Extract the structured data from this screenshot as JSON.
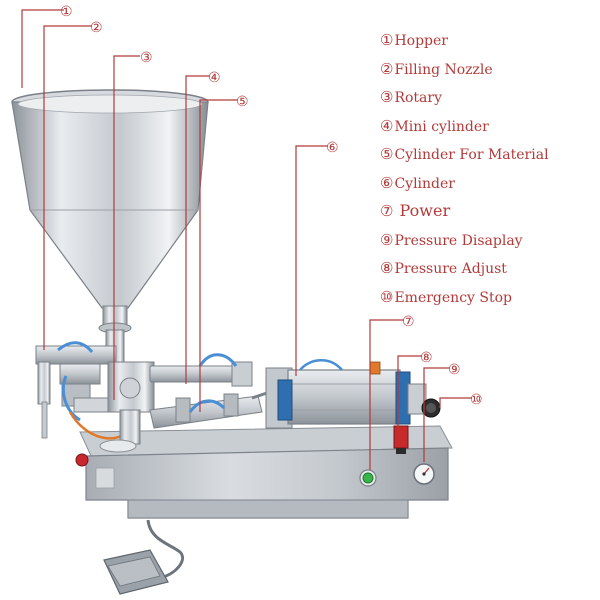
{
  "diagram": {
    "callouts": [
      {
        "id": 1,
        "marker": "①"
      },
      {
        "id": 2,
        "marker": "②"
      },
      {
        "id": 3,
        "marker": "③"
      },
      {
        "id": 4,
        "marker": "④"
      },
      {
        "id": 5,
        "marker": "⑤"
      },
      {
        "id": 6,
        "marker": "⑥"
      },
      {
        "id": 7,
        "marker": "⑦"
      },
      {
        "id": 8,
        "marker": "⑧"
      },
      {
        "id": 9,
        "marker": "⑨"
      },
      {
        "id": 10,
        "marker": "⑩"
      }
    ],
    "legend": [
      {
        "marker": "①",
        "label": "Hopper"
      },
      {
        "marker": "②",
        "label": "Filling Nozzle"
      },
      {
        "marker": "③",
        "label": "Rotary"
      },
      {
        "marker": "④",
        "label": "Mini cylinder"
      },
      {
        "marker": "⑤",
        "label": "Cylinder For Material"
      },
      {
        "marker": "⑥",
        "label": "Cylinder"
      },
      {
        "marker": "⑦",
        "label": " Power"
      },
      {
        "marker": "⑨",
        "label": "Pressure Disaplay"
      },
      {
        "marker": "⑧",
        "label": "Pressure Adjust"
      },
      {
        "marker": "⑩",
        "label": "Emergency Stop"
      }
    ]
  },
  "colors": {
    "accent_red": "#b23a3a",
    "steel_light": "#e3e6ea",
    "steel_mid": "#b9bec4",
    "steel_dark": "#7d848c",
    "tube_blue": "#4a8fd6",
    "pipe_orange": "#e07a2a",
    "pedal_gray": "#8c939a"
  }
}
